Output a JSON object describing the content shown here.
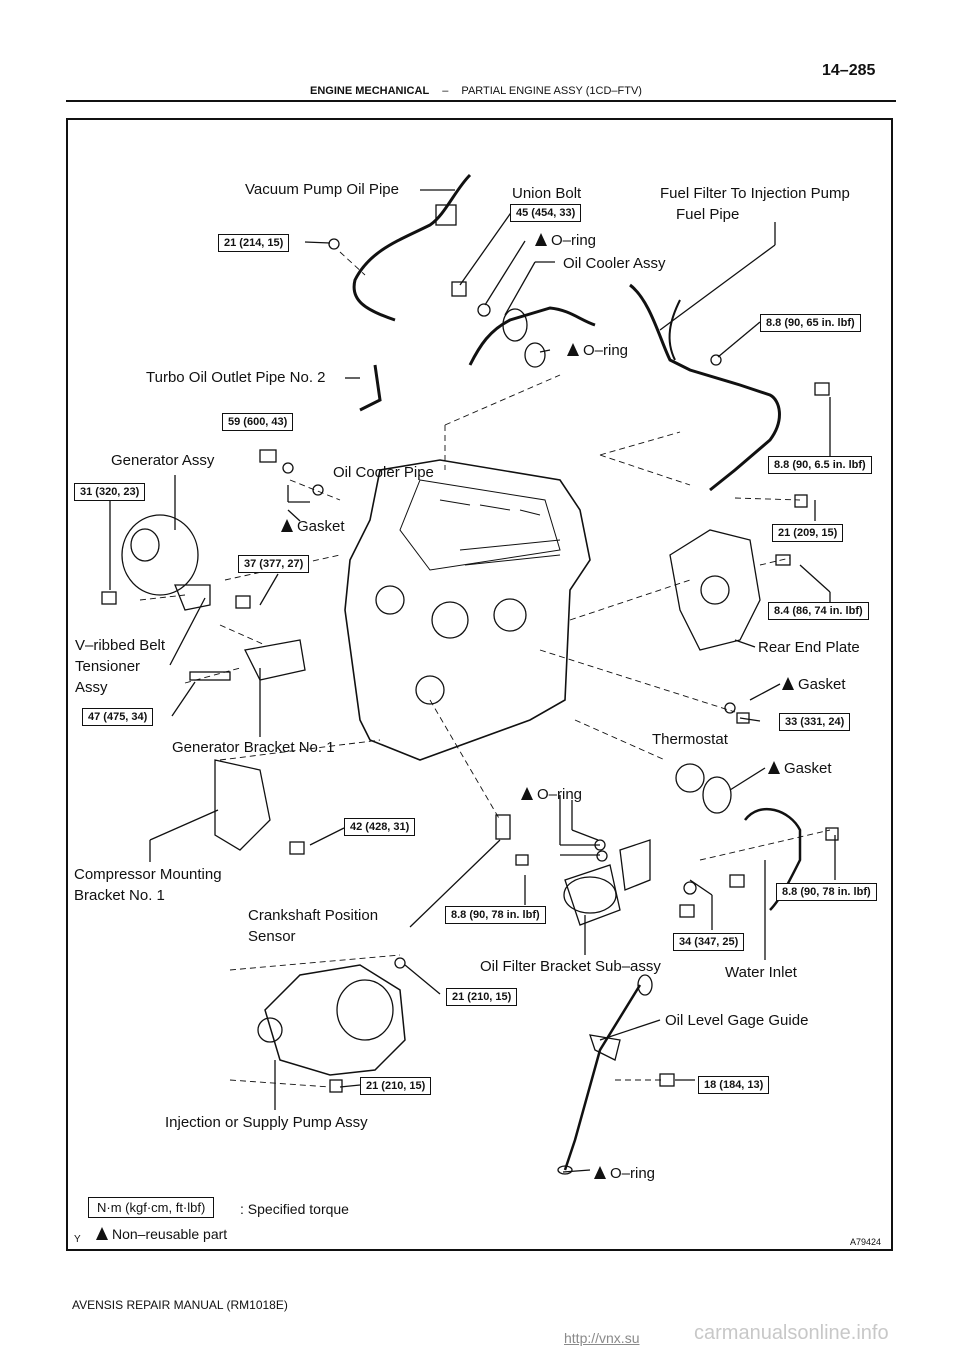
{
  "header": {
    "page_number": "14–285",
    "section": "ENGINE MECHANICAL",
    "separator": "–",
    "subtitle": "PARTIAL ENGINE ASSY (1CD–FTV)"
  },
  "labels": {
    "vacuum_pump_oil_pipe": "Vacuum Pump Oil Pipe",
    "union_bolt": "Union Bolt",
    "fuel_filter_pipe_1": "Fuel Filter To Injection Pump",
    "fuel_filter_pipe_2": "Fuel Pipe",
    "oring_1": "O–ring",
    "oil_cooler_assy": "Oil Cooler Assy",
    "oring_2": "O–ring",
    "turbo_oil_outlet": "Turbo Oil Outlet Pipe No. 2",
    "generator_assy": "Generator Assy",
    "oil_cooler_pipe": "Oil Cooler Pipe",
    "gasket_1": "Gasket",
    "vribbed_1": "V–ribbed Belt",
    "vribbed_2": "Tensioner",
    "vribbed_3": "Assy",
    "rear_end_plate": "Rear End Plate",
    "gasket_2": "Gasket",
    "thermostat": "Thermostat",
    "generator_bracket": "Generator Bracket No. 1",
    "gasket_3": "Gasket",
    "oring_3": "O–ring",
    "compressor_1": "Compressor Mounting",
    "compressor_2": "Bracket No. 1",
    "crank_1": "Crankshaft Position",
    "crank_2": "Sensor",
    "oil_filter_bracket": "Oil Filter Bracket Sub–assy",
    "water_inlet": "Water Inlet",
    "oil_level_gage": "Oil Level Gage Guide",
    "injection_pump": "Injection or Supply Pump Assy",
    "oring_4": "O–ring"
  },
  "torques": {
    "t_45": "45 (454, 33)",
    "t_21a": "21 (214, 15)",
    "t_88a": "8.8 (90, 65 in. lbf)",
    "t_59": "59 (600, 43)",
    "t_88b": "8.8 (90, 6.5 in. lbf)",
    "t_31": "31 (320, 23)",
    "t_21b": "21 (209, 15)",
    "t_37": "37 (377, 27)",
    "t_84": "8.4 (86, 74 in. lbf)",
    "t_47": "47 (475, 34)",
    "t_33": "33 (331, 24)",
    "t_42": "42 (428, 31)",
    "t_88c": "8.8 (90, 78 in. lbf)",
    "t_88d": "8.8 (90, 78 in. lbf)",
    "t_34": "34 (347, 25)",
    "t_21c": "21 (210, 15)",
    "t_21d": "21 (210, 15)",
    "t_18": "18 (184, 13)"
  },
  "legend": {
    "torque_unit": "N·m (kgf·cm, ft·lbf)",
    "torque_desc": ": Specified torque",
    "nonreusable": "Non–reusable part"
  },
  "figure": {
    "left_mark": "Y",
    "figure_id": "A79424"
  },
  "footer": {
    "manual": "AVENSIS REPAIR MANUAL   (RM1018E)",
    "watermark_url": "http://vnx.su",
    "watermark_site": "carmanualsonline.info"
  }
}
